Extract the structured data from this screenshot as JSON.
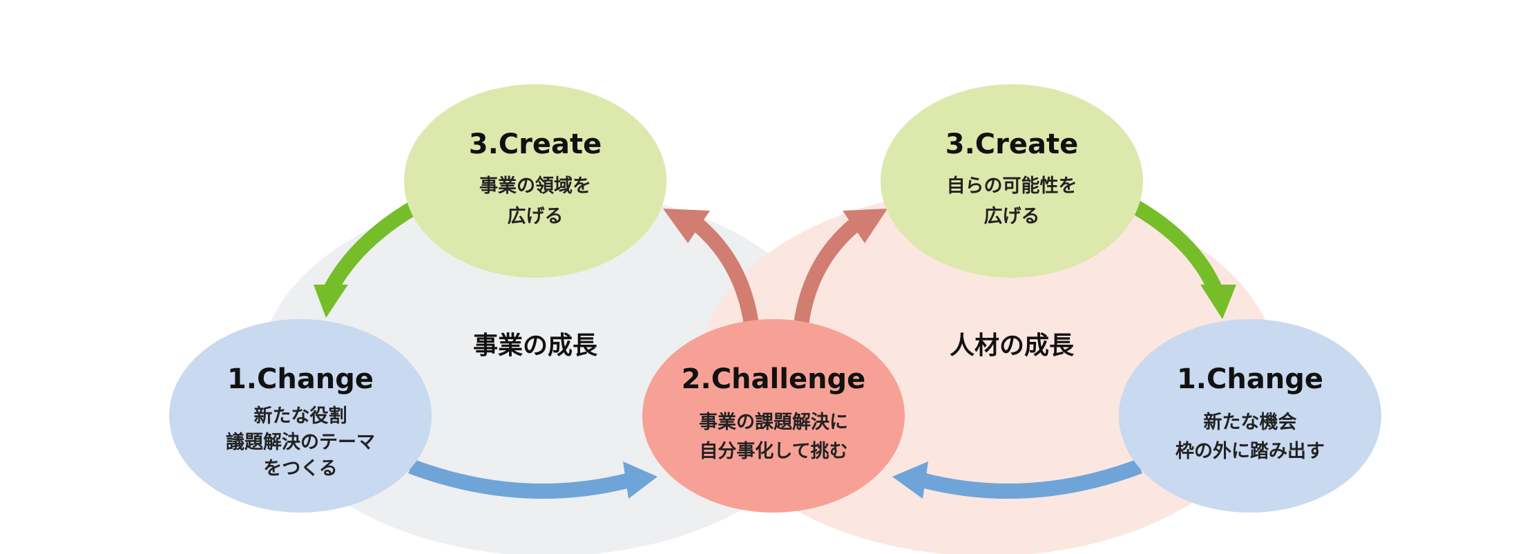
{
  "colors": {
    "left_cycle_bg": "#eeeff1",
    "right_cycle_bg": "#fbe6e0",
    "create_fill": "#dde8ac",
    "change_fill": "#c8d9f0",
    "challenge_fill": "#f7a196",
    "green_arrow": "#76bd2a",
    "red_arrow": "#d27d72",
    "blue_arrow": "#6fa4d8"
  },
  "left_cycle": {
    "label": "事業の成長",
    "create": {
      "title": "3.Create",
      "lines": [
        "事業の領域を",
        "広げる"
      ]
    },
    "change": {
      "title": "1.Change",
      "lines": [
        "新たな役割",
        "議題解決のテーマ",
        "をつくる"
      ]
    }
  },
  "challenge": {
    "title": "2.Challenge",
    "lines": [
      "事業の課題解決に",
      "自分事化して挑む"
    ]
  },
  "right_cycle": {
    "label": "人材の成長",
    "create": {
      "title": "3.Create",
      "lines": [
        "自らの可能性を",
        "広げる"
      ]
    },
    "change": {
      "title": "1.Change",
      "lines": [
        "新たな機会",
        "枠の外に踏み出す"
      ]
    }
  }
}
